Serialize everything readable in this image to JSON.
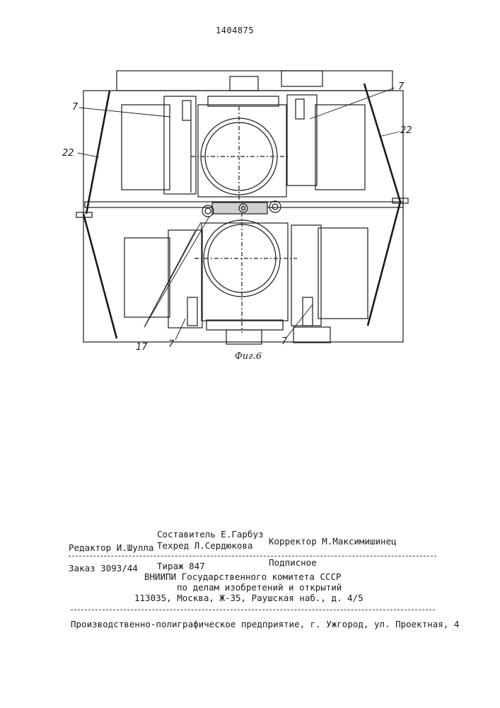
{
  "patent_number": "1404875",
  "figure": {
    "caption": "Фиг.6",
    "labels": {
      "seven": "7",
      "twentytwo": "22",
      "seventeen": "17"
    }
  },
  "imprint": {
    "compiler": "Составитель Е.Гарбуз",
    "editor": "Редактор И.Шулла",
    "techred": "Техред Л.Сердюкова",
    "corrector": "Корректор М.Максимишинец",
    "order": "Заказ 3093/44",
    "circulation": "Тираж 847",
    "subscription": "Подписное",
    "institute": "ВНИИПИ Государственного комитета СССР",
    "committee": "по делам изобретений и открытий",
    "address": "113035, Москва, Ж-35, Раушская наб., д. 4/5",
    "printer": "Производственно-полиграфическое предприятие, г. Ужгород, ул. Проектная, 4"
  }
}
